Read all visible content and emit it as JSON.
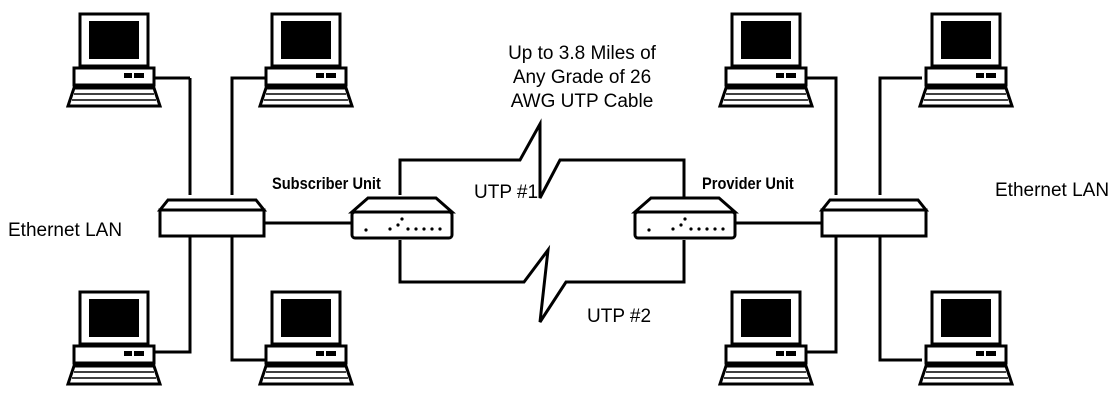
{
  "labels": {
    "cable_note_line1": "Up to 3.8 Miles of",
    "cable_note_line2": "Any Grade of 26",
    "cable_note_line3": "AWG UTP Cable",
    "subscriber_unit": "Subscriber Unit",
    "provider_unit": "Provider Unit",
    "utp1": "UTP #1",
    "utp2": "UTP #2",
    "lan_left": "Ethernet LAN",
    "lan_right": "Ethernet LAN"
  },
  "colors": {
    "stroke": "#000000",
    "fill": "#ffffff"
  },
  "icons": [
    "computer-icon",
    "hub-icon",
    "modem-icon",
    "lightning-break-icon"
  ]
}
